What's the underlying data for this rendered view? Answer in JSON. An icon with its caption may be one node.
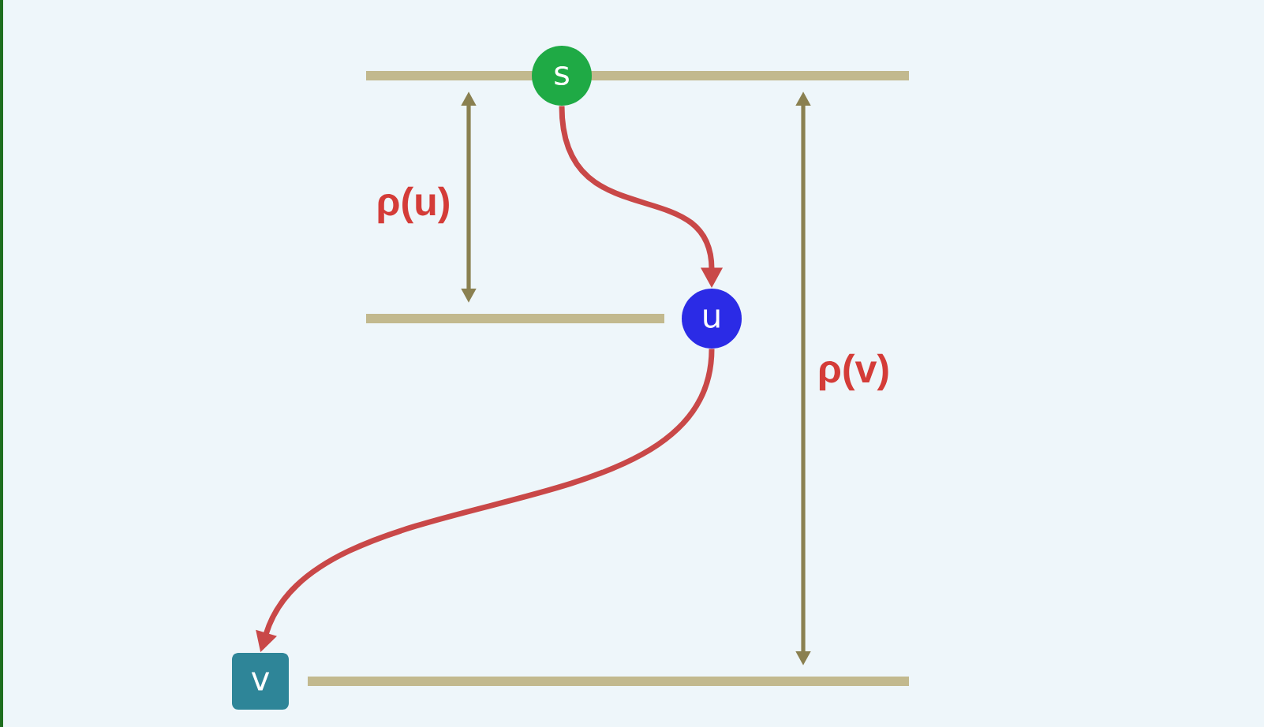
{
  "diagram": {
    "nodes": [
      {
        "text": [
          "s"
        ]
      },
      {
        "text": [
          "u"
        ]
      },
      {
        "text": [
          "v"
        ]
      }
    ],
    "edges": [
      {
        "from": 0,
        "to": 1,
        "arrow": "to"
      },
      {
        "from": 1,
        "to": 2,
        "arrow": "to"
      }
    ],
    "labels": [
      "ρ(u)",
      "ρ(v)"
    ]
  }
}
